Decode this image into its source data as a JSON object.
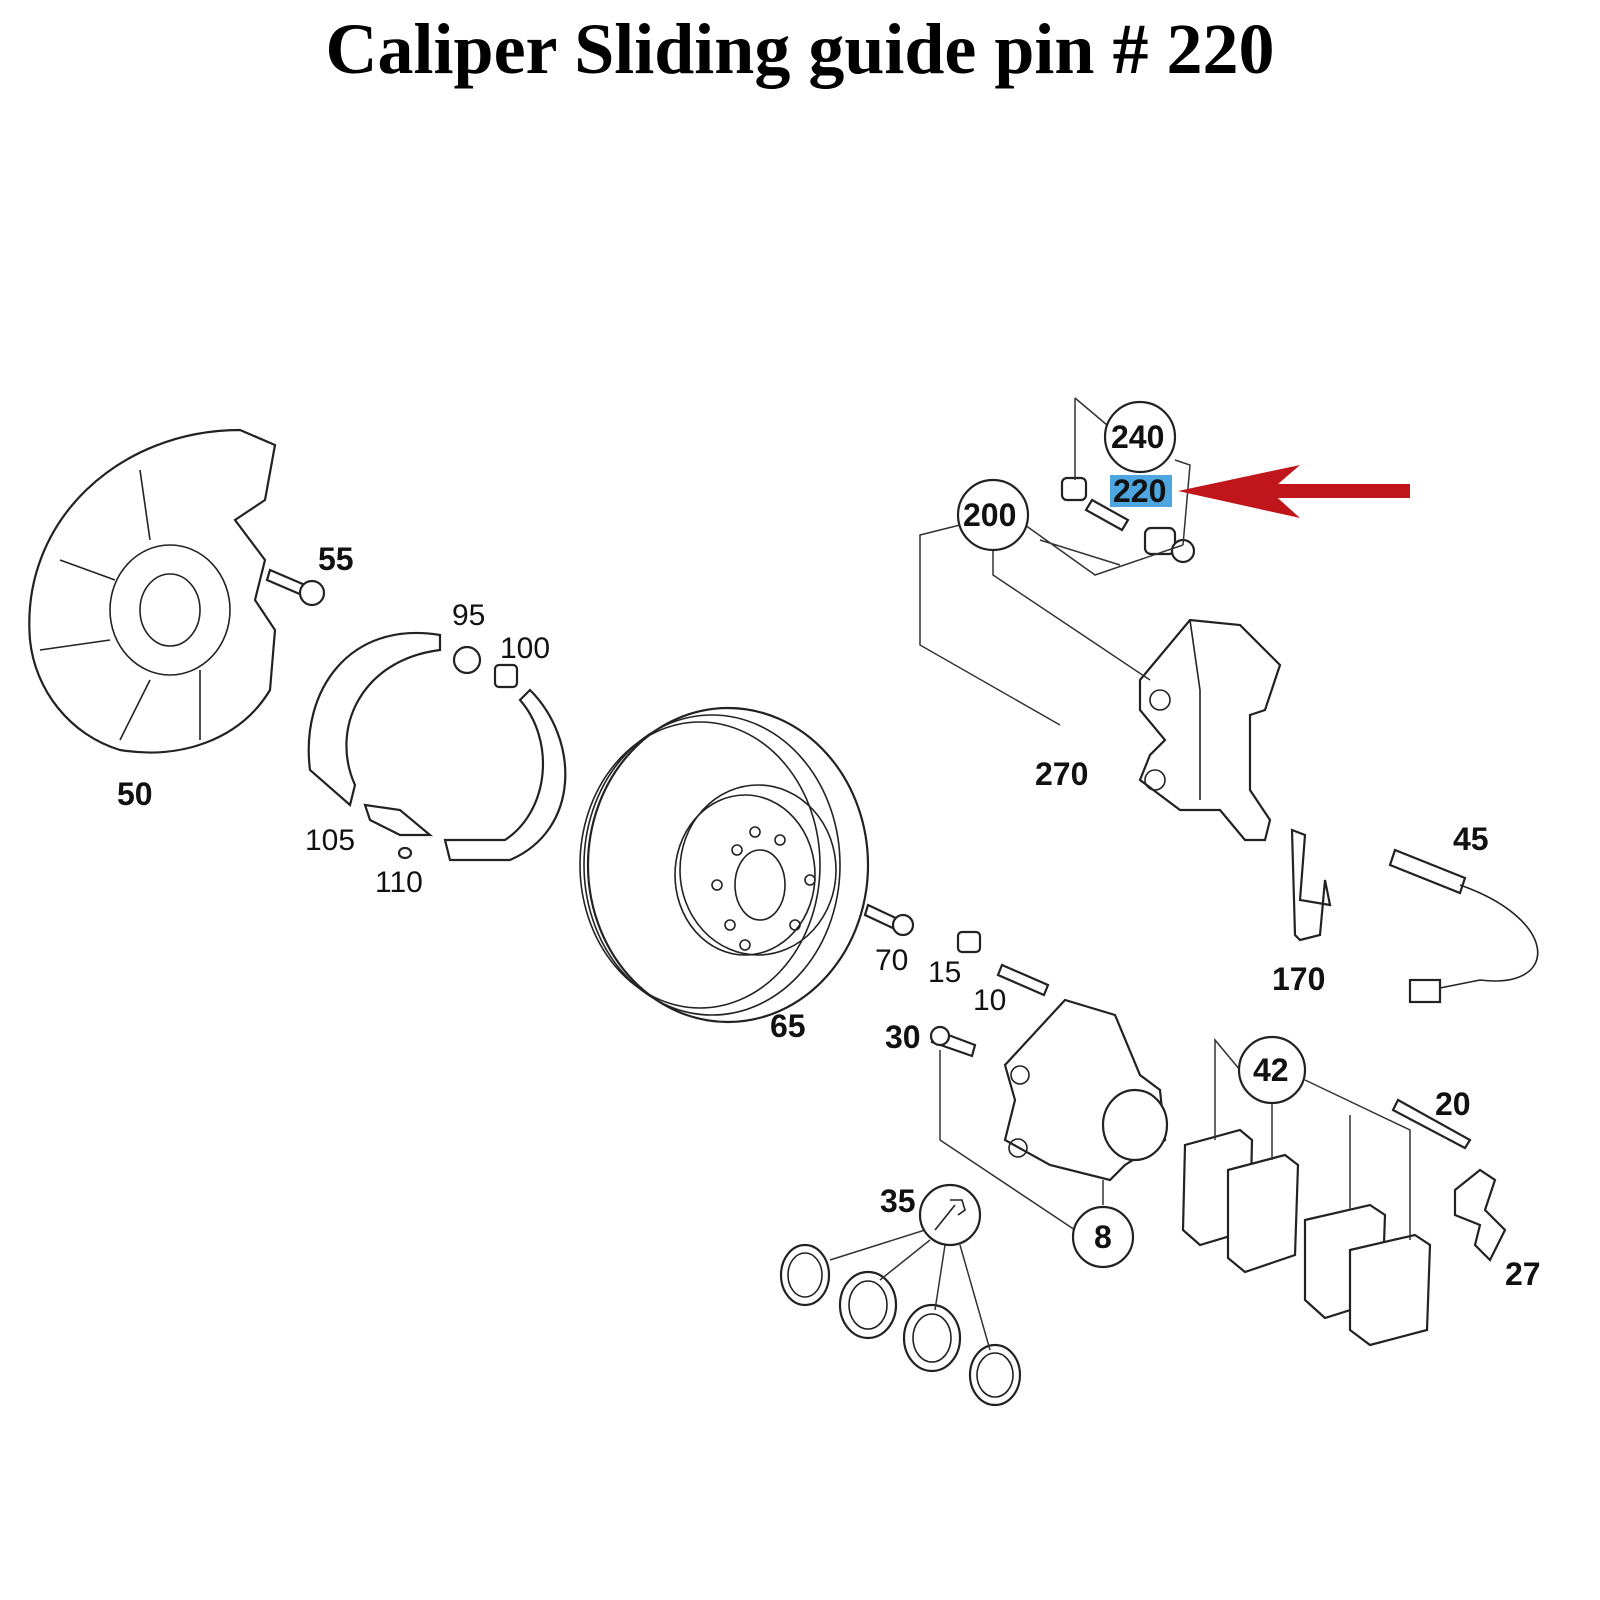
{
  "title": "Caliper Sliding guide pin # 220",
  "highlight_color": "#4da6e0",
  "arrow_color": "#c0161b",
  "callouts": {
    "p240": "240",
    "p220": "220",
    "p200": "200",
    "p55": "55",
    "p95": "95",
    "p100": "100",
    "p50": "50",
    "p105": "105",
    "p110": "110",
    "p270": "270",
    "p65": "65",
    "p70": "70",
    "p15": "15",
    "p10": "10",
    "p45": "45",
    "p170": "170",
    "p30": "30",
    "p42": "42",
    "p20": "20",
    "p8": "8",
    "p35": "35",
    "p27": "27"
  }
}
